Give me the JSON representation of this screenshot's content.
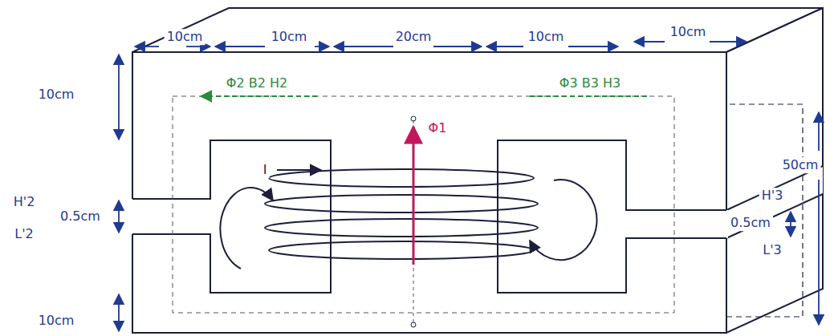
{
  "diagram": {
    "labels": [
      "10cm",
      "10cm",
      "20cm",
      "10cm",
      "10cm",
      "Φ2 B2 H2",
      "Φ3 B3 H3",
      "10cm",
      "Φ1",
      "I",
      "50cm",
      "H'2",
      "0.5cm",
      "L'2",
      "H'3",
      "0.5cm",
      "L'3",
      "10cm"
    ]
  }
}
